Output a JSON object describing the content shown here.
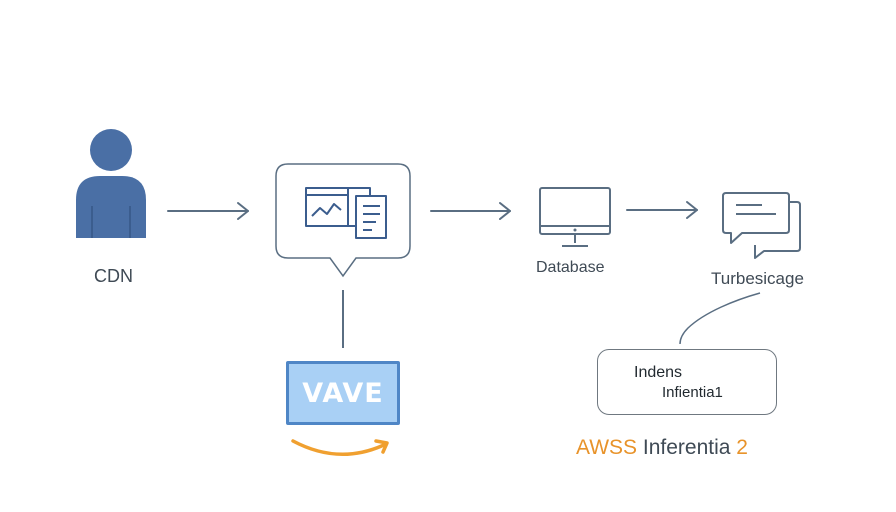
{
  "nodes": {
    "cdn": {
      "label": "CDN",
      "icon": "user-icon"
    },
    "processor": {
      "icon": "document-chart-icon"
    },
    "database": {
      "label": "Database",
      "icon": "monitor-icon"
    },
    "turbo": {
      "label": "Turbesicage",
      "icon": "chat-icon"
    }
  },
  "vave": {
    "label": "VAVE",
    "icon": "amazon-smile-logo"
  },
  "inferentia_box": {
    "line1": "Indens",
    "line2": "Infientia1"
  },
  "aws_title": {
    "prefix": "AWSS",
    "middle": " Inferentia ",
    "suffix": "2"
  },
  "colors": {
    "accent_blue": "#4a6fa5",
    "line": "#5a6e82",
    "amazon_orange": "#f0a030",
    "vave_fill": "#a9d0f5",
    "vave_border": "#4f86c6"
  }
}
